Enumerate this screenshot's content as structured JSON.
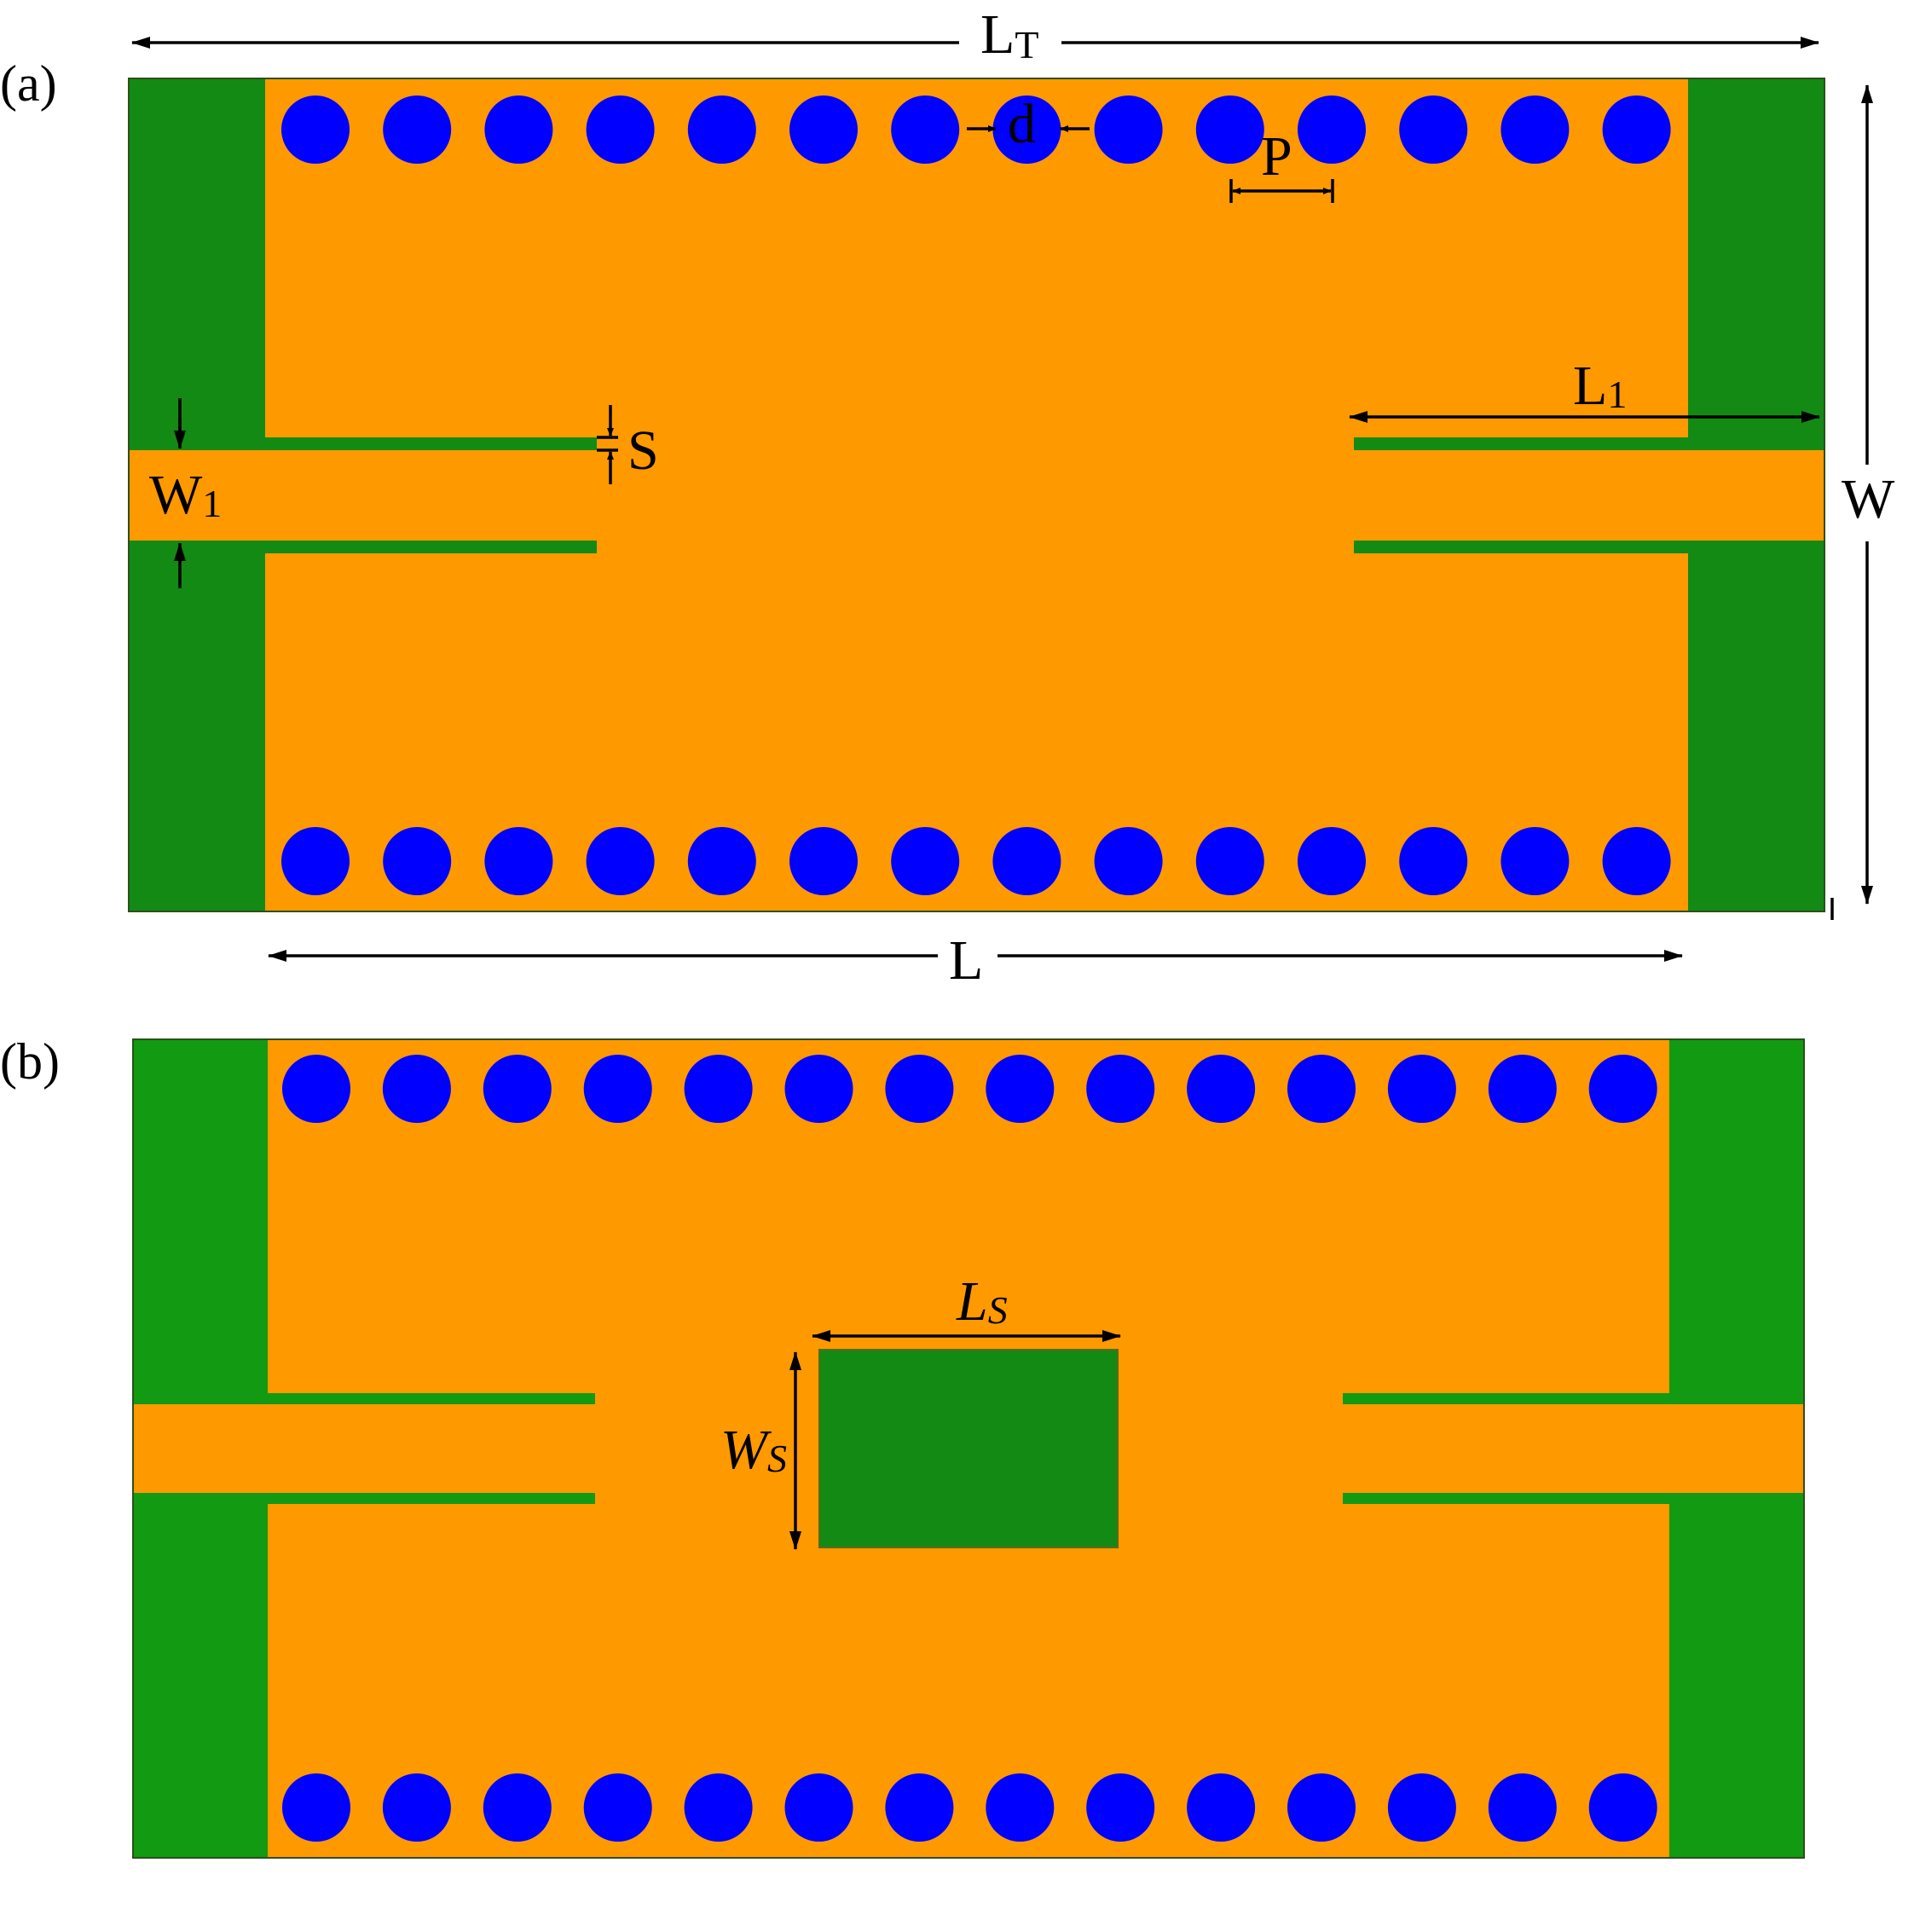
{
  "panels": [
    {
      "id": "a",
      "label": "(a)",
      "dims": {
        "LT": {
          "main": "L",
          "sub": "T"
        },
        "L": {
          "main": "L"
        },
        "W": {
          "main": "W"
        },
        "W1": {
          "main": "W",
          "sub": "1"
        },
        "L1": {
          "main": "L",
          "sub": "1"
        },
        "S": {
          "main": "S"
        },
        "d": {
          "main": "d"
        },
        "P": {
          "main": "P"
        }
      },
      "via_count_per_row": 14
    },
    {
      "id": "b",
      "label": "(b)",
      "dims": {
        "LS": {
          "main": "L",
          "sub": "S"
        },
        "WS": {
          "main": "W",
          "sub": "S"
        }
      },
      "via_count_per_row": 14
    }
  ],
  "colors": {
    "substrate": "#ff9900",
    "ground_a": "#138a13",
    "ground_b": "#129a12",
    "via": "#0000ff"
  }
}
